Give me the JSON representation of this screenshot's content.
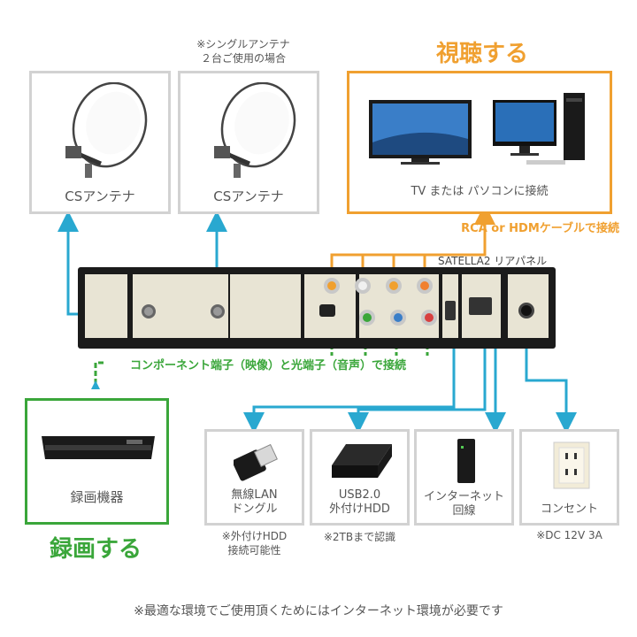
{
  "header": {
    "note_single": "※シングルアンテナ",
    "note_single_2": "２台ご使用の場合",
    "watch_title": "視聴する",
    "record_title": "録画する"
  },
  "antennas": [
    {
      "label": "CSアンテナ"
    },
    {
      "label": "CSアンテナ"
    }
  ],
  "watch": {
    "label": "TV または パソコンに接続",
    "cable": "RCA or HDMケーブルで接続"
  },
  "device": {
    "label": "SATELLA2 リアパネル"
  },
  "component_label": "コンポーネント端子（映像）と光端子（音声）で接続",
  "recorder": {
    "label": "録画機器"
  },
  "accessories": [
    {
      "line1": "無線LAN",
      "line2": "ドングル",
      "note1": "※外付けHDD",
      "note2": "接続可能性"
    },
    {
      "line1": "USB2.0",
      "line2": "外付けHDD",
      "note1": "※2TBまで認識",
      "note2": ""
    },
    {
      "line1": "インターネット",
      "line2": "回線",
      "note1": "",
      "note2": ""
    },
    {
      "line1": "コンセント",
      "line2": "",
      "note1": "※DC 12V 3A",
      "note2": ""
    }
  ],
  "footer": "※最適な環境でご使用頂くためにはインターネット環境が必要です",
  "colors": {
    "accent_orange": "#f0a030",
    "accent_green": "#3aa63a",
    "line_blue": "#29a8d0",
    "box_gray": "#d2d2d2"
  },
  "icons": [
    "satellite-dish-icon",
    "tv-icon",
    "desktop-pc-icon",
    "recorder-icon",
    "usb-dongle-icon",
    "hdd-icon",
    "router-icon",
    "power-outlet-icon"
  ]
}
